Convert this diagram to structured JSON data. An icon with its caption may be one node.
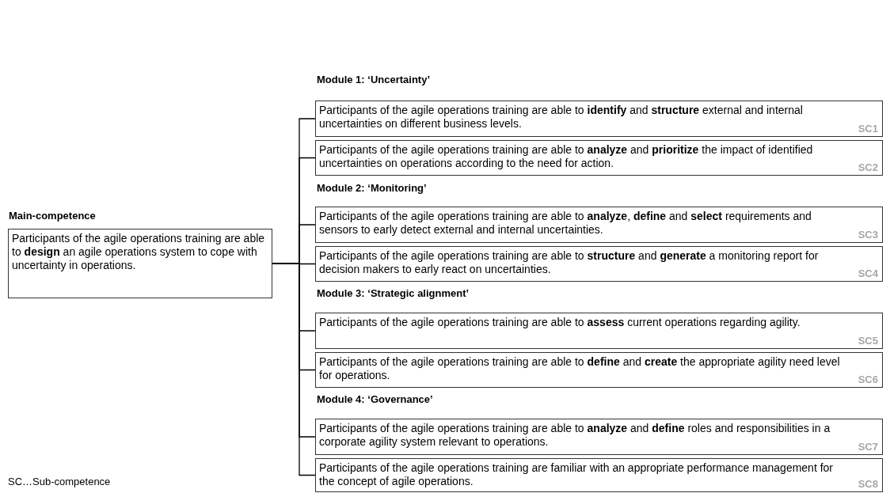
{
  "diagram": {
    "nodes": [
      {
        "text": [
          "Main-competence",
          "Participants of the agile operations training are able to **design** an agile operations system to cope with uncertainty in operations."
        ]
      },
      {
        "text": [
          "Participants of the agile operations training are able to **identify** and **structure** external and internal uncertainties on different business levels.",
          "SC1"
        ]
      },
      {
        "text": [
          "Participants of the agile operations training are able to **analyze** and **prioritize** the impact of identified uncertainties on operations according to the need for action.",
          "SC2"
        ]
      },
      {
        "text": [
          "Participants of the agile operations training are able to **analyze**, **define** and **select** requirements and sensors to early detect external and internal uncertainties.",
          "SC3"
        ]
      },
      {
        "text": [
          "Participants of the agile operations training are able to **structure** and **generate** a monitoring report for decision makers to early react on uncertainties.",
          "SC4"
        ]
      },
      {
        "text": [
          "Participants of the agile operations training are able to **assess** current operations regarding agility.",
          "SC5"
        ]
      },
      {
        "text": [
          "Participants of the agile operations training are able to **define** and **create** the appropriate agility need level for operations.",
          "SC6"
        ]
      },
      {
        "text": [
          "Participants of the agile operations training are able to **analyze** and **define** roles and responsibilities in a corporate agility system relevant to operations.",
          "SC7"
        ]
      },
      {
        "text": [
          "Participants of the agile operations training are familiar with an appropriate performance management for the concept of agile operations.",
          "SC8"
        ]
      }
    ],
    "edges": [
      {
        "from": 0,
        "to": 1,
        "arrow": "none"
      },
      {
        "from": 0,
        "to": 2,
        "arrow": "none"
      },
      {
        "from": 0,
        "to": 3,
        "arrow": "none"
      },
      {
        "from": 0,
        "to": 4,
        "arrow": "none"
      },
      {
        "from": 0,
        "to": 5,
        "arrow": "none"
      },
      {
        "from": 0,
        "to": 6,
        "arrow": "none"
      },
      {
        "from": 0,
        "to": 7,
        "arrow": "none"
      },
      {
        "from": 0,
        "to": 8,
        "arrow": "none"
      }
    ],
    "labels": [
      "Module 1: ‘Uncertainty’",
      "Module 2: ‘Monitoring’",
      "Module 3: ‘Strategic alignment’",
      "Module 4: ‘Governance’",
      "SC…Sub-competence"
    ]
  }
}
